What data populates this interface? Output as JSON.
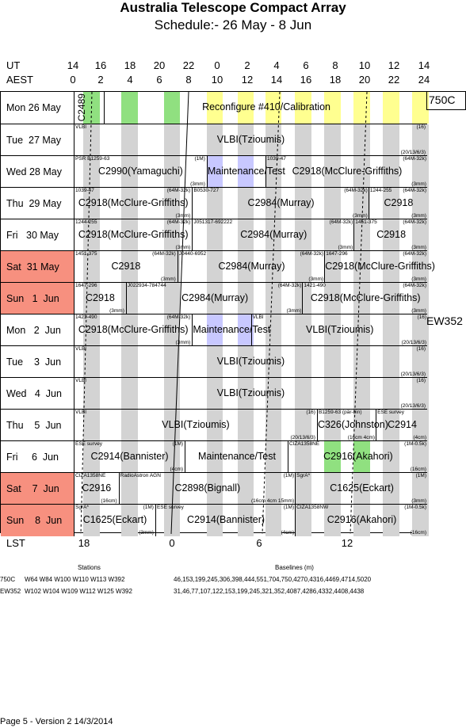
{
  "title": "Australia Telescope Compact Array",
  "subtitle": "Schedule:- 26 May - 8  Jun",
  "ut_label": "UT",
  "aest_label": "AEST",
  "lst_label": "LST",
  "ut_ticks": [
    "14",
    "16",
    "18",
    "20",
    "22",
    "0",
    "2",
    "4",
    "6",
    "8",
    "10",
    "12",
    "14"
  ],
  "aest_ticks": [
    "0",
    "2",
    "4",
    "6",
    "8",
    "10",
    "12",
    "14",
    "16",
    "18",
    "20",
    "22",
    "24"
  ],
  "lst_ticks": [
    "18",
    "0",
    "6",
    "12"
  ],
  "colors": {
    "weekend": "#f7907f",
    "grey": "#d3d3d3",
    "green": "#90e080",
    "yellow": "#ffff90",
    "blue": "#c8c8ff"
  },
  "configs": [
    {
      "label": "750C"
    },
    {
      "label": "EW352"
    }
  ],
  "days": [
    {
      "label": "Mon 26 May",
      "weekend": false,
      "blocks": [
        {
          "name": "C2489"
        },
        {
          "name": "Reconfigure #410/Calibration"
        }
      ]
    },
    {
      "label": "Tue  27 May",
      "weekend": false,
      "blocks": [
        {
          "name": "VLBI(Tzioumis)",
          "tl": "VLBI",
          "tr": "(16)",
          "br": "(20/13/6/3)"
        }
      ]
    },
    {
      "label": "Wed 28 May",
      "weekend": false,
      "blocks": [
        {
          "name": "C2990(Yamaguchi)",
          "tl": "PSR B1259-63",
          "tr": "(1M)",
          "br": "(3mm)"
        },
        {
          "name": "Maintenance/Test"
        },
        {
          "name": "C2918(McClure-Griffiths)",
          "tl": "1039-47",
          "tr": "(64M-32k)",
          "br": "(3mm)"
        }
      ]
    },
    {
      "label": "Thu  29 May",
      "weekend": false,
      "blocks": [
        {
          "name": "C2918(McClure-Griffiths)",
          "tl": "1039-47",
          "tr": "(64M-32k)",
          "br": "(3mm)"
        },
        {
          "name": "C2984(Murray)",
          "tl": "B0530-727",
          "tr": "(64M-32k)",
          "br": "(3mm)"
        },
        {
          "name": "C2918",
          "tl": "1244-255",
          "tr": "(64M-32k)",
          "br": "(3mm)"
        }
      ]
    },
    {
      "label": "Fri   30 May",
      "weekend": false,
      "blocks": [
        {
          "name": "C2918(McClure-Griffiths)",
          "tl": "1244-255",
          "tr": "(64M-32k)",
          "br": "(3mm)"
        },
        {
          "name": "C2984(Murray)",
          "tl": "J051317-692222",
          "tr": "(64M-32k)",
          "br": "(3mm)"
        },
        {
          "name": "C2918",
          "tl": "1451-375",
          "tr": "(64M-32k)",
          "br": "(3mm)"
        }
      ]
    },
    {
      "label": "Sat  31 May",
      "weekend": true,
      "blocks": [
        {
          "name": "C2918",
          "tl": "1451-375",
          "tr": "(64M-32k)",
          "br": "(3mm)"
        },
        {
          "name": "C2984(Murray)",
          "tl": "J0440-6952",
          "tr": "(64M-32k)",
          "br": "(3mm)"
        },
        {
          "name": "C2918(McClure-Griffiths)",
          "tl": "1647-296",
          "tr": "(64M-32k)",
          "br": "(3mm)"
        }
      ]
    },
    {
      "label": "Sun   1  Jun",
      "weekend": true,
      "blocks": [
        {
          "name": "C2918",
          "tl": "1647-296",
          "br": "(3mm)"
        },
        {
          "name": "C2984(Murray)",
          "tl": "J022934-784744",
          "tr": "(64M-32k)",
          "br": "(3mm)"
        },
        {
          "name": "C2918(McClure-Griffiths)",
          "tl": "1421-490",
          "tr": "(64M-32k)",
          "br": "(3mm)"
        }
      ]
    },
    {
      "label": "Mon   2  Jun",
      "weekend": false,
      "blocks": [
        {
          "name": "C2918(McClure-Griffiths)",
          "tl": "1421-490",
          "tr": "(64M-32k)",
          "br": "(3mm)"
        },
        {
          "name": "Maintenance/Test"
        },
        {
          "name": "VLBI(Tzioumis)",
          "tl": "VLBI",
          "tr": "(16)",
          "br": "(20/13/6/3)"
        }
      ]
    },
    {
      "label": "Tue    3  Jun",
      "weekend": false,
      "blocks": [
        {
          "name": "VLBI(Tzioumis)",
          "tl": "VLBI",
          "tr": "(16)",
          "br": "(20/13/6/3)"
        }
      ]
    },
    {
      "label": "Wed   4  Jun",
      "weekend": false,
      "blocks": [
        {
          "name": "VLBI(Tzioumis)",
          "tl": "VLBI",
          "tr": "(16)",
          "br": "(20/13/6/3)"
        }
      ]
    },
    {
      "label": "Thu    5  Jun",
      "weekend": false,
      "blocks": [
        {
          "name": "VLBI(Tzioumis)",
          "tl": "VLBI",
          "tr": "(16)",
          "br": "(20/13/6/3)"
        },
        {
          "name": "C326(Johnston)",
          "tl": "B1259-63 (pär-bin)",
          "br": "(16cm 4cm)"
        },
        {
          "name": "C2914",
          "tl": "ESE survey",
          "br": "(4cm)"
        }
      ]
    },
    {
      "label": "Fri     6  Jun",
      "weekend": false,
      "blocks": [
        {
          "name": "C2914(Bannister)",
          "tl": "ESE survey",
          "tr": "(1M)",
          "br": "(4cm)"
        },
        {
          "name": "Maintenance/Test"
        },
        {
          "name": "C2916(Akahori)",
          "tl": "CIZA1358NE",
          "tr": "(1M-0.5k)",
          "br": "(16cm)"
        }
      ]
    },
    {
      "label": "Sat    7  Jun",
      "weekend": true,
      "blocks": [
        {
          "name": "C2916",
          "tl": "CIZA1358NE",
          "br": "(16cm)"
        },
        {
          "name": "C2898(Bignall)",
          "tl": "RadioAstron AGN",
          "tr": "(1M)",
          "br": "(16cm 4cm 15mm)"
        },
        {
          "name": "C1625(Eckart)",
          "tl": "SgrA*",
          "tr": "(1M)",
          "br": "(3mm)"
        }
      ]
    },
    {
      "label": "Sun    8  Jun",
      "weekend": true,
      "blocks": [
        {
          "name": "C1625(Eckart)",
          "tl": "SgrA*",
          "tr": "(1M)",
          "br": "(3mm)"
        },
        {
          "name": "C2914(Bannister)",
          "tl": "ESE survey",
          "tr": "(1M)",
          "br": "(4cm)"
        },
        {
          "name": "C2916(Akahori)",
          "tl": "CIZA1358NW",
          "tr": "(1M-0.5k)",
          "br": "(16cm)"
        }
      ]
    }
  ],
  "footer": {
    "stations_header": "Stations",
    "baselines_header": "Baselines (m)",
    "rows": [
      {
        "config": "750C",
        "stations": "W64 W84 W100 W110 W113 W392",
        "baselines": "46,153,199,245,306,398,444,551,704,750,4270,4316,4469,4714,5020"
      },
      {
        "config": "EW352",
        "stations": "W102 W104 W109 W112 W125 W392",
        "baselines": "31,46,77,107,122,153,199,245,321,352,4087,4286,4332,4408,4438"
      }
    ],
    "page_info": "Page 5 - Version 2  14/3/2014"
  }
}
